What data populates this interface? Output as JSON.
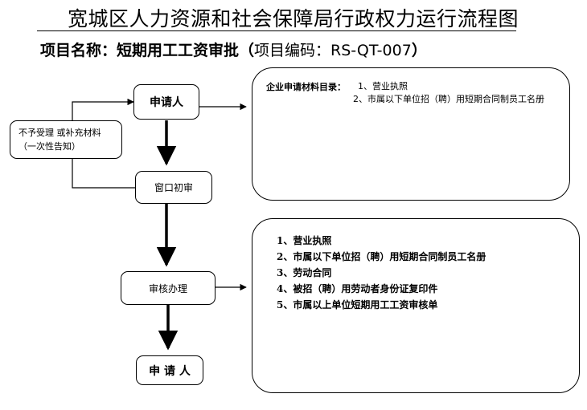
{
  "title": "宽城区人力资源和社会保障局行政权力运行流程图",
  "subtitle": {
    "label": "项目名称：",
    "name": "短期用工工资审批",
    "open_paren": "（",
    "code": "项目编码：RS-QT-007",
    "close_paren": "）"
  },
  "flow": {
    "applicant_top": "申请人",
    "window_check": "窗口初审",
    "review": "审核办理",
    "applicant_bottom": "申 请 人",
    "reject": {
      "line1": "不予受理  或补充材料",
      "line2": "（一次性告知）"
    }
  },
  "materials_panel": {
    "heading": "企业申请材料目录：",
    "items": [
      "1、营业执照",
      "2、市属以下单位招（聘）用短期合同制员工名册"
    ]
  },
  "review_panel": {
    "items": [
      "1、营业执照",
      "2、市属以下单位招（聘）用短期合同制员工名册",
      "3、劳动合同",
      "4、被招（聘）用劳动者身份证复印件",
      "5、市属以上单位短期用工工资审核单"
    ]
  }
}
